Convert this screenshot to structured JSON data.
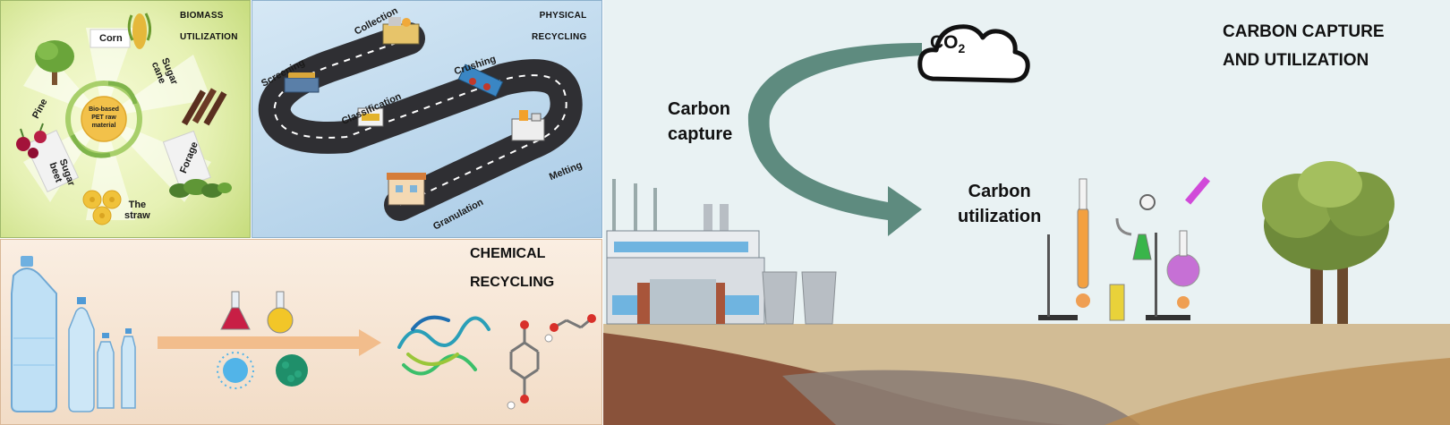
{
  "biomass": {
    "title_line1": "BIOMASS",
    "title_line2": "UTILIZATION",
    "center_label_line1": "Bio-based",
    "center_label_line2": "PET raw",
    "center_label_line3": "material",
    "sources": {
      "corn": "Corn",
      "sugarcane_line1": "Sugar",
      "sugarcane_line2": "cane",
      "forage": "Forage",
      "straw_line1": "The",
      "straw_line2": "straw",
      "sugarbeet_line1": "Sugar",
      "sugarbeet_line2": "beet",
      "pine": "Pine"
    }
  },
  "physical": {
    "title_line1": "PHYSICAL",
    "title_line2": "RECYCLING",
    "steps": {
      "collection": "Collection",
      "screening": "Screening",
      "crushing": "Crushing",
      "classification": "Classification",
      "melting": "Melting",
      "granulation": "Granulation"
    }
  },
  "chemical": {
    "title_line1": "CHEMICAL",
    "title_line2": "RECYCLING"
  },
  "ccu": {
    "title_line1": "CARBON CAPTURE",
    "title_line2": "AND UTILIZATION",
    "co2_text": "CO",
    "co2_subscript": "2",
    "capture_line1": "Carbon",
    "capture_line2": "capture",
    "utilization_line1": "Carbon",
    "utilization_line2": "utilization"
  },
  "colors": {
    "arrow": "#4f7f72",
    "road": "#2f2f33",
    "ground": "#d2bc95"
  }
}
